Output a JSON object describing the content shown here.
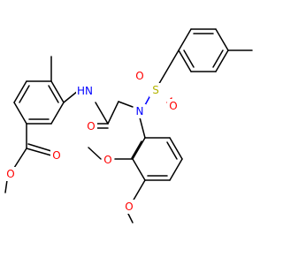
{
  "atoms": [
    {
      "id": "S1",
      "symbol": "S",
      "color": "#b3b300"
    },
    {
      "id": "O1",
      "symbol": "O",
      "color": "#ff0000"
    },
    {
      "id": "O2",
      "symbol": "O",
      "color": "#ff0000"
    },
    {
      "id": "N1",
      "symbol": "N",
      "color": "#0000ff"
    },
    {
      "id": "NH1",
      "symbol": "HN",
      "color": "#0000ff"
    },
    {
      "id": "O3",
      "symbol": "O",
      "color": "#ff0000"
    },
    {
      "id": "O4",
      "symbol": "O",
      "color": "#ff0000"
    },
    {
      "id": "O5",
      "symbol": "O",
      "color": "#ff0000"
    },
    {
      "id": "O6",
      "symbol": "O",
      "color": "#ff0000"
    },
    {
      "id": "O7",
      "symbol": "O",
      "color": "#ff0000"
    }
  ]
}
